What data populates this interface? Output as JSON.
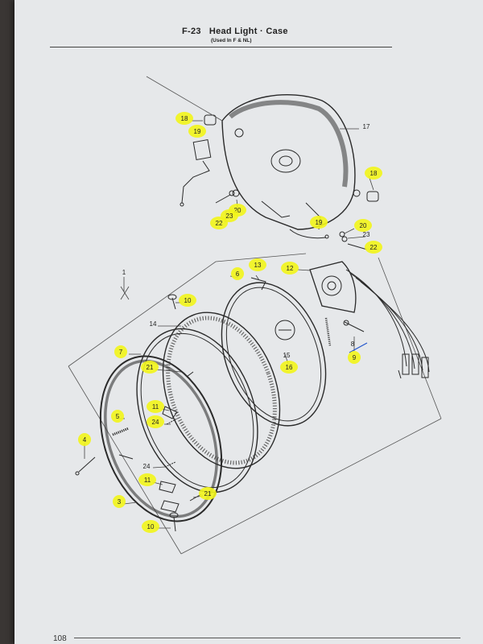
{
  "header": {
    "code": "F-23",
    "title": "Head Light · Case",
    "subtitle": "(Used In F & NL)"
  },
  "page_number": "108",
  "highlight_color": "#f2f51a",
  "callouts": [
    {
      "id": "c18a",
      "text": "18",
      "hl": true
    },
    {
      "id": "c19a",
      "text": "19",
      "hl": true
    },
    {
      "id": "c17",
      "text": "17",
      "hl": false
    },
    {
      "id": "c18b",
      "text": "18",
      "hl": true
    },
    {
      "id": "c20a",
      "text": "20",
      "hl": true
    },
    {
      "id": "c23a",
      "text": "23",
      "hl": true
    },
    {
      "id": "c22a",
      "text": "22",
      "hl": true
    },
    {
      "id": "c19b",
      "text": "19",
      "hl": true
    },
    {
      "id": "c20b",
      "text": "20",
      "hl": true
    },
    {
      "id": "c23b",
      "text": "23",
      "hl": false
    },
    {
      "id": "c22b",
      "text": "22",
      "hl": true
    },
    {
      "id": "c12",
      "text": "12",
      "hl": true
    },
    {
      "id": "c13",
      "text": "13",
      "hl": true
    },
    {
      "id": "c6",
      "text": "6",
      "hl": true
    },
    {
      "id": "c1",
      "text": "1",
      "hl": false
    },
    {
      "id": "c10a",
      "text": "10",
      "hl": true
    },
    {
      "id": "c14",
      "text": "14",
      "hl": false
    },
    {
      "id": "c7",
      "text": "7",
      "hl": true
    },
    {
      "id": "c21a",
      "text": "21",
      "hl": true
    },
    {
      "id": "c15",
      "text": "15",
      "hl": false
    },
    {
      "id": "c16",
      "text": "16",
      "hl": true
    },
    {
      "id": "c8",
      "text": "8",
      "hl": false
    },
    {
      "id": "c9",
      "text": "9",
      "hl": true
    },
    {
      "id": "c11a",
      "text": "11",
      "hl": true
    },
    {
      "id": "c5",
      "text": "5",
      "hl": true
    },
    {
      "id": "c24a",
      "text": "24",
      "hl": true
    },
    {
      "id": "c4",
      "text": "4",
      "hl": true
    },
    {
      "id": "c24b",
      "text": "24",
      "hl": false
    },
    {
      "id": "c11b",
      "text": "11",
      "hl": true
    },
    {
      "id": "c21b",
      "text": "21",
      "hl": true
    },
    {
      "id": "c3",
      "text": "3",
      "hl": true
    },
    {
      "id": "c10b",
      "text": "10",
      "hl": true
    }
  ]
}
